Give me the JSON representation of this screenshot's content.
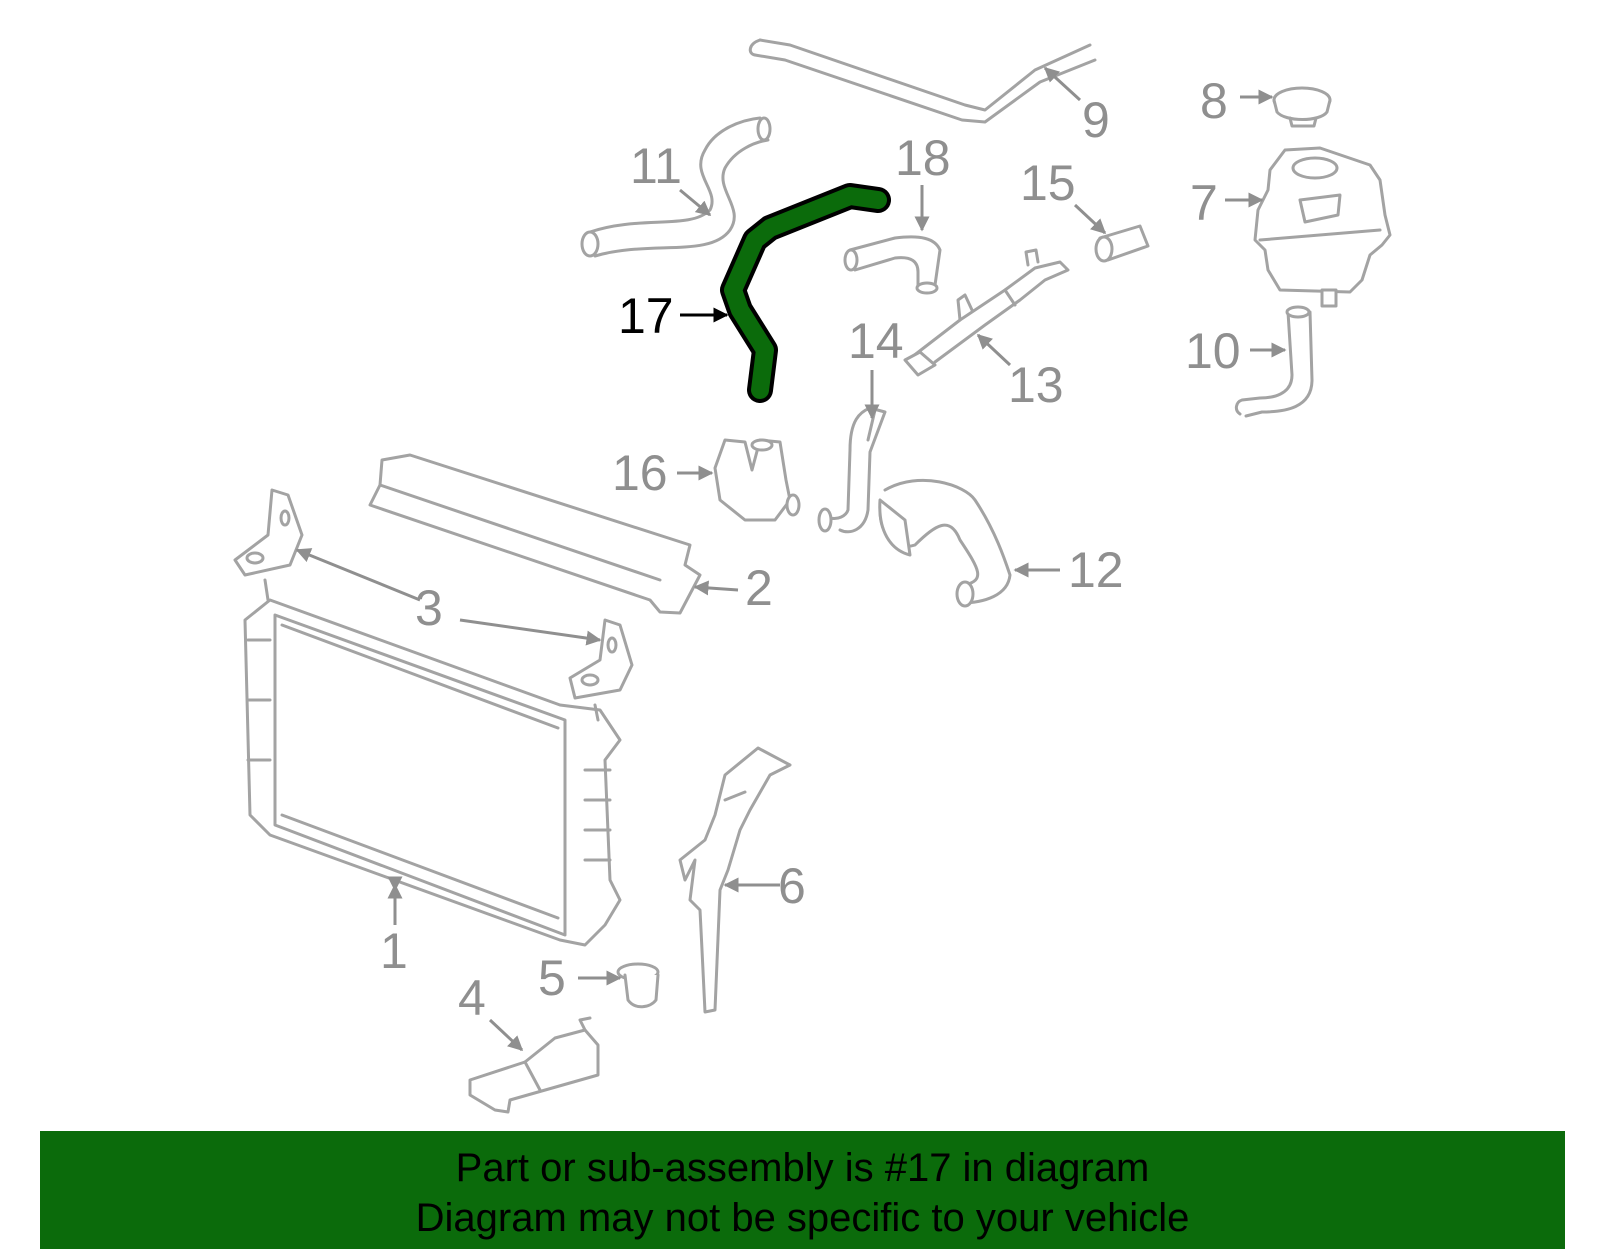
{
  "diagram": {
    "callouts": [
      "1",
      "2",
      "3",
      "4",
      "5",
      "6",
      "7",
      "8",
      "9",
      "10",
      "11",
      "12",
      "13",
      "14",
      "15",
      "16",
      "17",
      "18"
    ],
    "highlighted_callout": "17",
    "highlight_color": "#0b6b0b",
    "part_outline_color": "#a3a3a3"
  },
  "banner": {
    "line1": "Part or sub-assembly is #17 in diagram",
    "line2": "Diagram may not be specific to your vehicle",
    "background": "#0b6b0b"
  }
}
